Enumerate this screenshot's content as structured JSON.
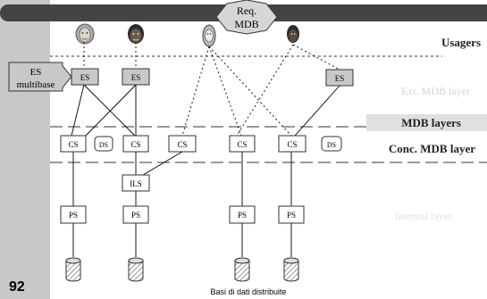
{
  "slide": {
    "page_number": "92",
    "footer": "Basi di dati distribuite"
  },
  "request": {
    "line1": "Req.",
    "line2": "MDB"
  },
  "layers": {
    "users": "Usagers",
    "ext": "Ext. MDB layer",
    "mdb": "MDB layers",
    "conc": "Conc. MDB layer",
    "internal": "Internal layer"
  },
  "multibase": {
    "line1": "ES",
    "line2": "multibase"
  },
  "nodes": {
    "es": "ES",
    "cs": "CS",
    "ds": "DS",
    "ils": "ILS",
    "ps": "PS"
  },
  "colors": {
    "left_band": "#c8c8c8",
    "top_bar": "#444444",
    "es_fill": "#c8c8c8",
    "light_label": "#d4d4d4",
    "mdb_label_bg": "#e0e0e0"
  }
}
